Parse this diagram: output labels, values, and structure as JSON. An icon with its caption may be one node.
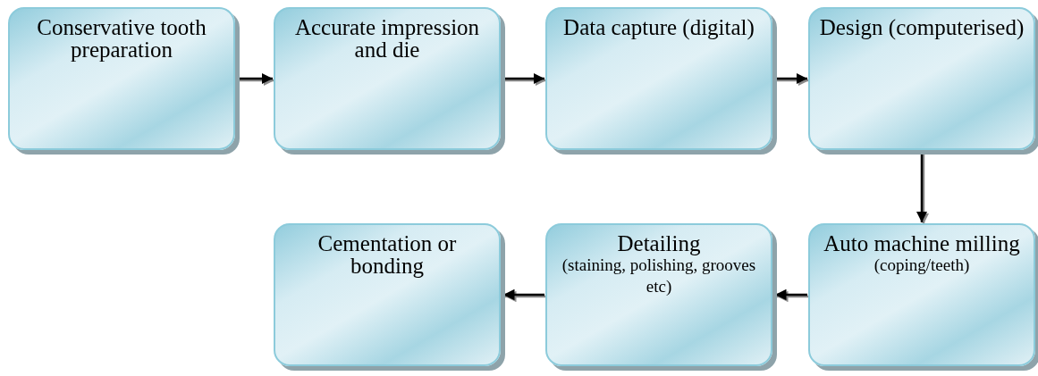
{
  "diagram": {
    "nodes": [
      {
        "text": [
          "Conservative tooth preparation"
        ]
      },
      {
        "text": [
          "Accurate impression and die"
        ]
      },
      {
        "text": [
          "Data capture (digital)"
        ]
      },
      {
        "text": [
          "Design (computerised)"
        ]
      },
      {
        "text": [
          "Cementation or bonding"
        ]
      },
      {
        "text": [
          "Detailing",
          "(staining, polishing, grooves etc)"
        ]
      },
      {
        "text": [
          "Auto machine milling",
          "(coping/teeth)"
        ]
      }
    ],
    "edges": [
      {
        "from": 0,
        "to": 1,
        "arrow": "to"
      },
      {
        "from": 1,
        "to": 2,
        "arrow": "to"
      },
      {
        "from": 2,
        "to": 3,
        "arrow": "to"
      },
      {
        "from": 3,
        "to": 6,
        "arrow": "to"
      },
      {
        "from": 6,
        "to": 5,
        "arrow": "to"
      },
      {
        "from": 5,
        "to": 4,
        "arrow": "to"
      }
    ]
  }
}
